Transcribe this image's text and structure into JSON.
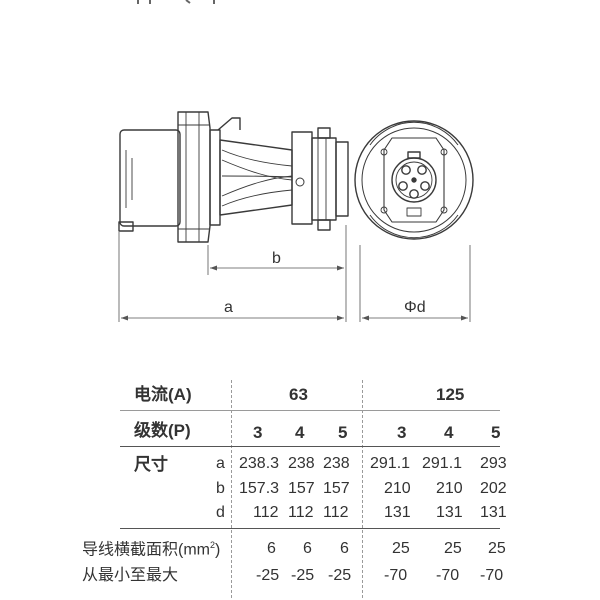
{
  "dimensions": {
    "b_label": "b",
    "a_label": "a",
    "d_label": "Φd"
  },
  "table": {
    "row_current": {
      "label": "电流(A)",
      "groups": [
        "63",
        "125"
      ]
    },
    "row_poles": {
      "label": "级数(P)",
      "values": [
        "3",
        "4",
        "5",
        "3",
        "4",
        "5"
      ]
    },
    "row_size": {
      "label": "尺寸",
      "rows": [
        {
          "key": "a",
          "values": [
            "238.3",
            "238",
            "238",
            "291.1",
            "291.1",
            "293"
          ]
        },
        {
          "key": "b",
          "values": [
            "157.3",
            "157",
            "157",
            "210",
            "210",
            "202"
          ]
        },
        {
          "key": "d",
          "values": [
            "112",
            "112",
            "112",
            "131",
            "131",
            "131"
          ]
        }
      ]
    },
    "row_cable": {
      "label_prefix": "导线横截面积(mm",
      "label_sup": "2",
      "label_suffix": ")",
      "values": [
        "6",
        "6",
        "6",
        "25",
        "25",
        "25"
      ]
    },
    "row_minmax": {
      "label": "从最小至最大",
      "values": [
        "-25",
        "-25",
        "-25",
        "-70",
        "-70",
        "-70"
      ]
    }
  }
}
